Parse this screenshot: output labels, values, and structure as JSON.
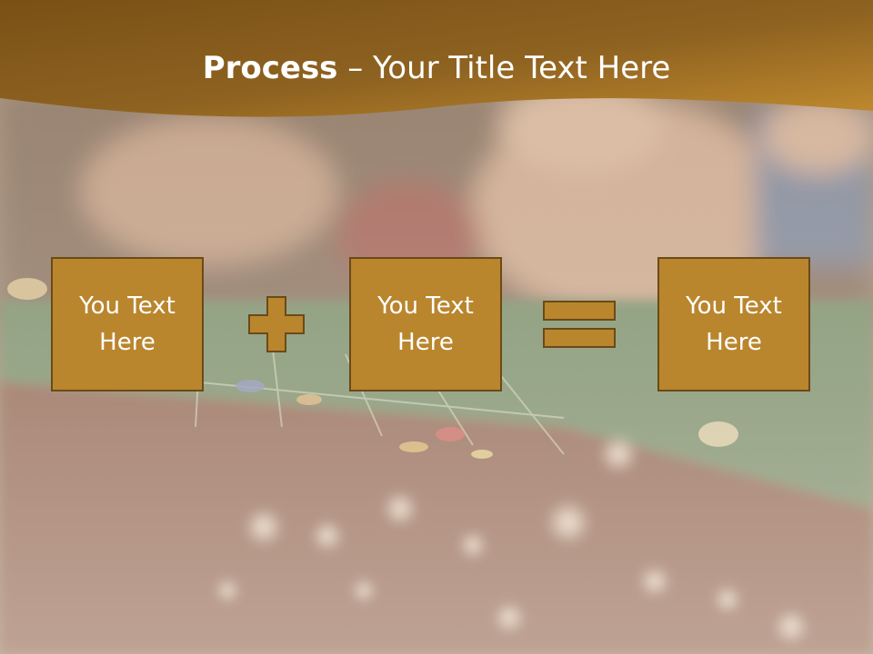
{
  "title": {
    "bold": "Process",
    "rest": " – Your Title Text Here"
  },
  "boxes": [
    {
      "label": "You Text Here"
    },
    {
      "label": "You Text Here"
    },
    {
      "label": "You Text Here"
    }
  ],
  "colors": {
    "header": "#8a5c1a",
    "box_fill": "#b9862e",
    "box_border": "#6b4a17",
    "text": "#ffffff"
  },
  "icons": {
    "operator_1": "plus-icon",
    "operator_2": "equals-icon"
  }
}
